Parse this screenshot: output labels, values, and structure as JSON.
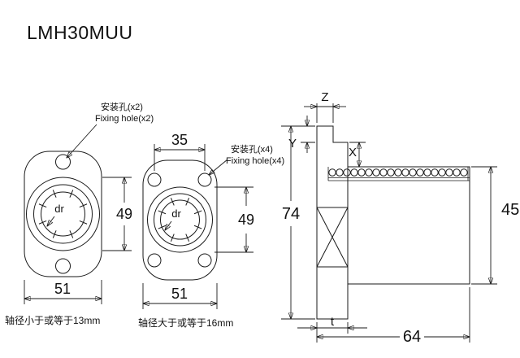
{
  "title": "LMH30MUU",
  "left_view": {
    "mount_label_cn": "安装孔(x2)",
    "mount_label_en": "Fixing hole(x2)",
    "bore_label": "dr",
    "dim_outer": "49",
    "dim_width": "51",
    "note": "轴径小于或等于13mm"
  },
  "middle_view": {
    "dim_hole_pitch": "35",
    "mount_label_cn": "安装孔(x4)",
    "mount_label_en": "Fixing hole(x4)",
    "bore_label": "dr",
    "dim_outer": "49",
    "dim_width": "51",
    "note": "轴径大于或等于16mm"
  },
  "side_view": {
    "dim_pilot_width": "Z",
    "dim_step_y": "Y",
    "dim_step_x": "X",
    "dim_flange_od": "74",
    "dim_body_od": "45",
    "dim_flange_thickness": "t",
    "dim_length": "64"
  },
  "colors": {
    "line": "#1a1a1a",
    "background": "#ffffff"
  }
}
